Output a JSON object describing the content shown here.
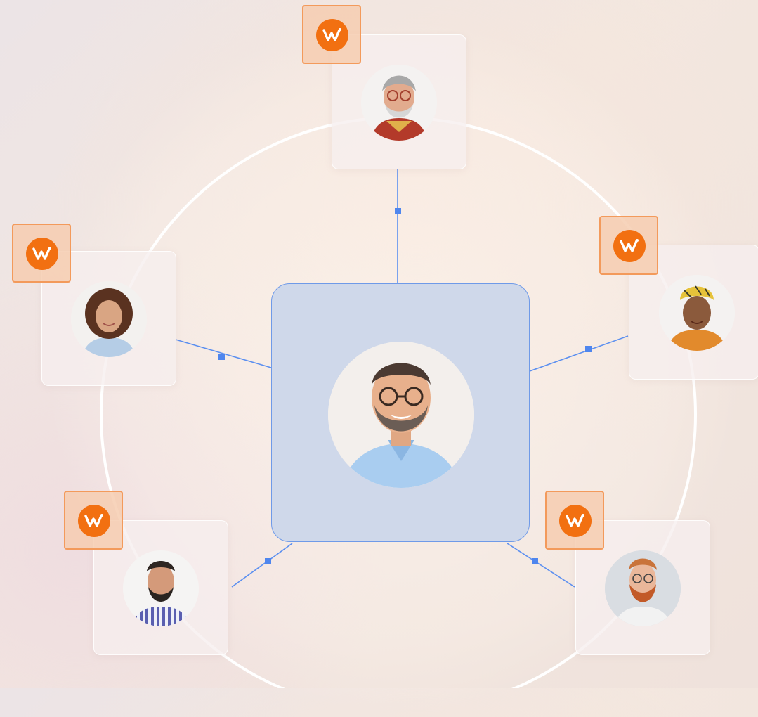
{
  "diagram": {
    "center_person": {
      "icon": "bearded-man-with-glasses-avatar"
    },
    "nodes": [
      {
        "id": "top",
        "icon": "elderly-man-with-glasses-avatar",
        "badge_icon": "w-logo-icon"
      },
      {
        "id": "left",
        "icon": "curly-haired-woman-avatar",
        "badge_icon": "w-logo-icon"
      },
      {
        "id": "right",
        "icon": "woman-with-headwrap-avatar",
        "badge_icon": "w-logo-icon"
      },
      {
        "id": "bottom-left",
        "icon": "bearded-man-striped-shirt-avatar",
        "badge_icon": "w-logo-icon"
      },
      {
        "id": "bottom-right",
        "icon": "red-bearded-man-avatar",
        "badge_icon": "w-logo-icon"
      }
    ],
    "colors": {
      "accent_blue": "#5b8ff0",
      "badge_orange": "#f27011",
      "center_card": "#cfd8ea"
    }
  }
}
